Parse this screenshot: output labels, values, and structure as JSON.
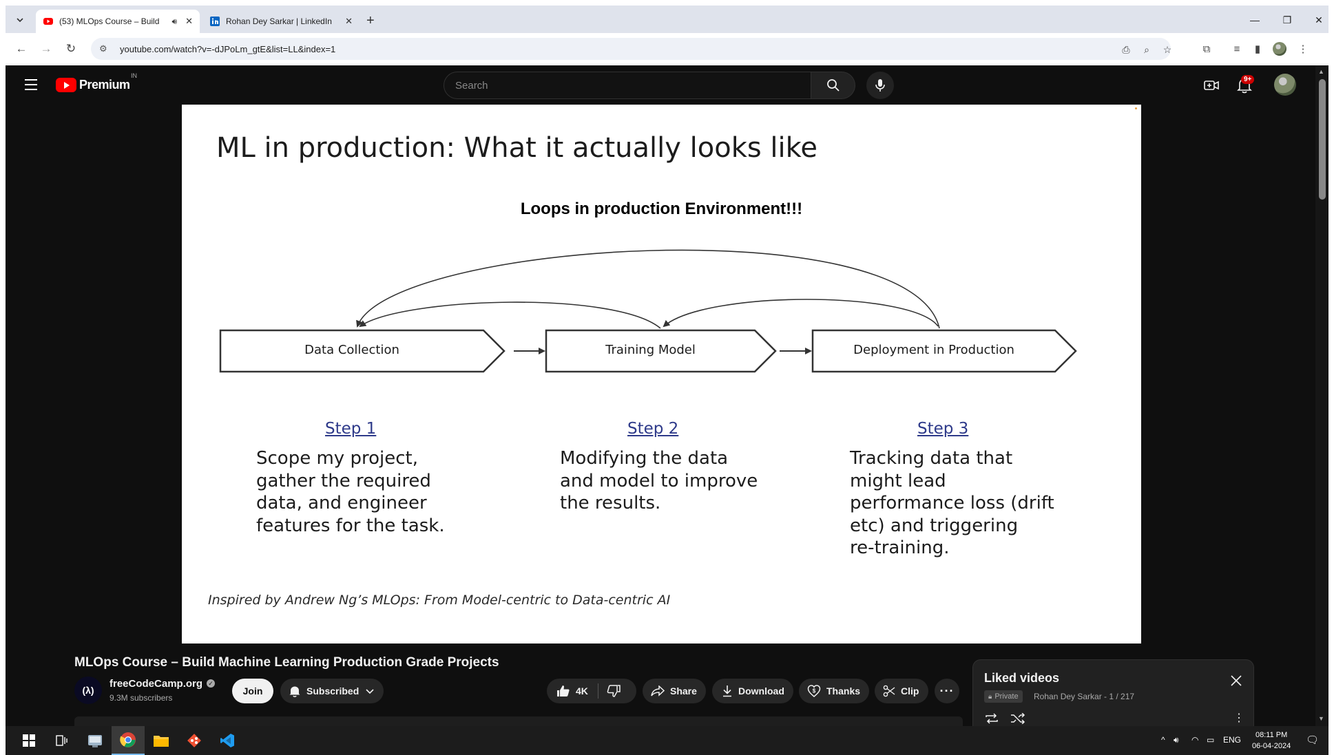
{
  "browser": {
    "tabs": [
      {
        "title": "(53) MLOps Course – Build",
        "active": true,
        "favicon": "youtube-icon"
      },
      {
        "title": "Rohan Dey Sarkar | LinkedIn",
        "active": false,
        "favicon": "linkedin-icon"
      }
    ],
    "url": "youtube.com/watch?v=-dJPoLm_gtE&list=LL&index=1"
  },
  "masthead": {
    "logo_text": "Premium",
    "region": "IN",
    "search_placeholder": "Search",
    "notification_count": "9+"
  },
  "slide": {
    "title": "ML in production: What it actually looks like",
    "subtitle": "Loops in production Environment!!!",
    "boxes": [
      "Data Collection",
      "Training Model",
      "Deployment in Production"
    ],
    "steps": [
      {
        "heading": "Step 1",
        "lines": [
          "Scope my project,",
          "gather the required",
          "data, and engineer",
          "features for the task."
        ]
      },
      {
        "heading": "Step 2",
        "lines": [
          "Modifying the data",
          "and model to improve",
          "the results."
        ]
      },
      {
        "heading": "Step 3",
        "lines": [
          "Tracking data that",
          "might lead",
          "performance loss (drift",
          "etc) and triggering",
          "re-training."
        ]
      }
    ],
    "footer": "Inspired by Andrew Ng’s MLOps: From Model-centric to Data-centric AI"
  },
  "video": {
    "title": "MLOps Course – Build Machine Learning Production Grade Projects",
    "channel_name": "freeCodeCamp.org",
    "channel_avatar_text": "(λ)",
    "subscribers": "9.3M subscribers",
    "join_label": "Join",
    "subscribed_label": "Subscribed",
    "like_count": "4K",
    "share_label": "Share",
    "download_label": "Download",
    "thanks_label": "Thanks",
    "clip_label": "Clip"
  },
  "playlist": {
    "title": "Liked videos",
    "privacy": "Private",
    "meta": "Rohan Dey Sarkar - 1 / 217"
  },
  "taskbar": {
    "language": "ENG",
    "time": "08:11 PM",
    "date": "06-04-2024"
  },
  "colors": {
    "youtube_red": "#ff0000",
    "page_bg": "#0f0f0f",
    "step_link": "#2e3a8a"
  }
}
